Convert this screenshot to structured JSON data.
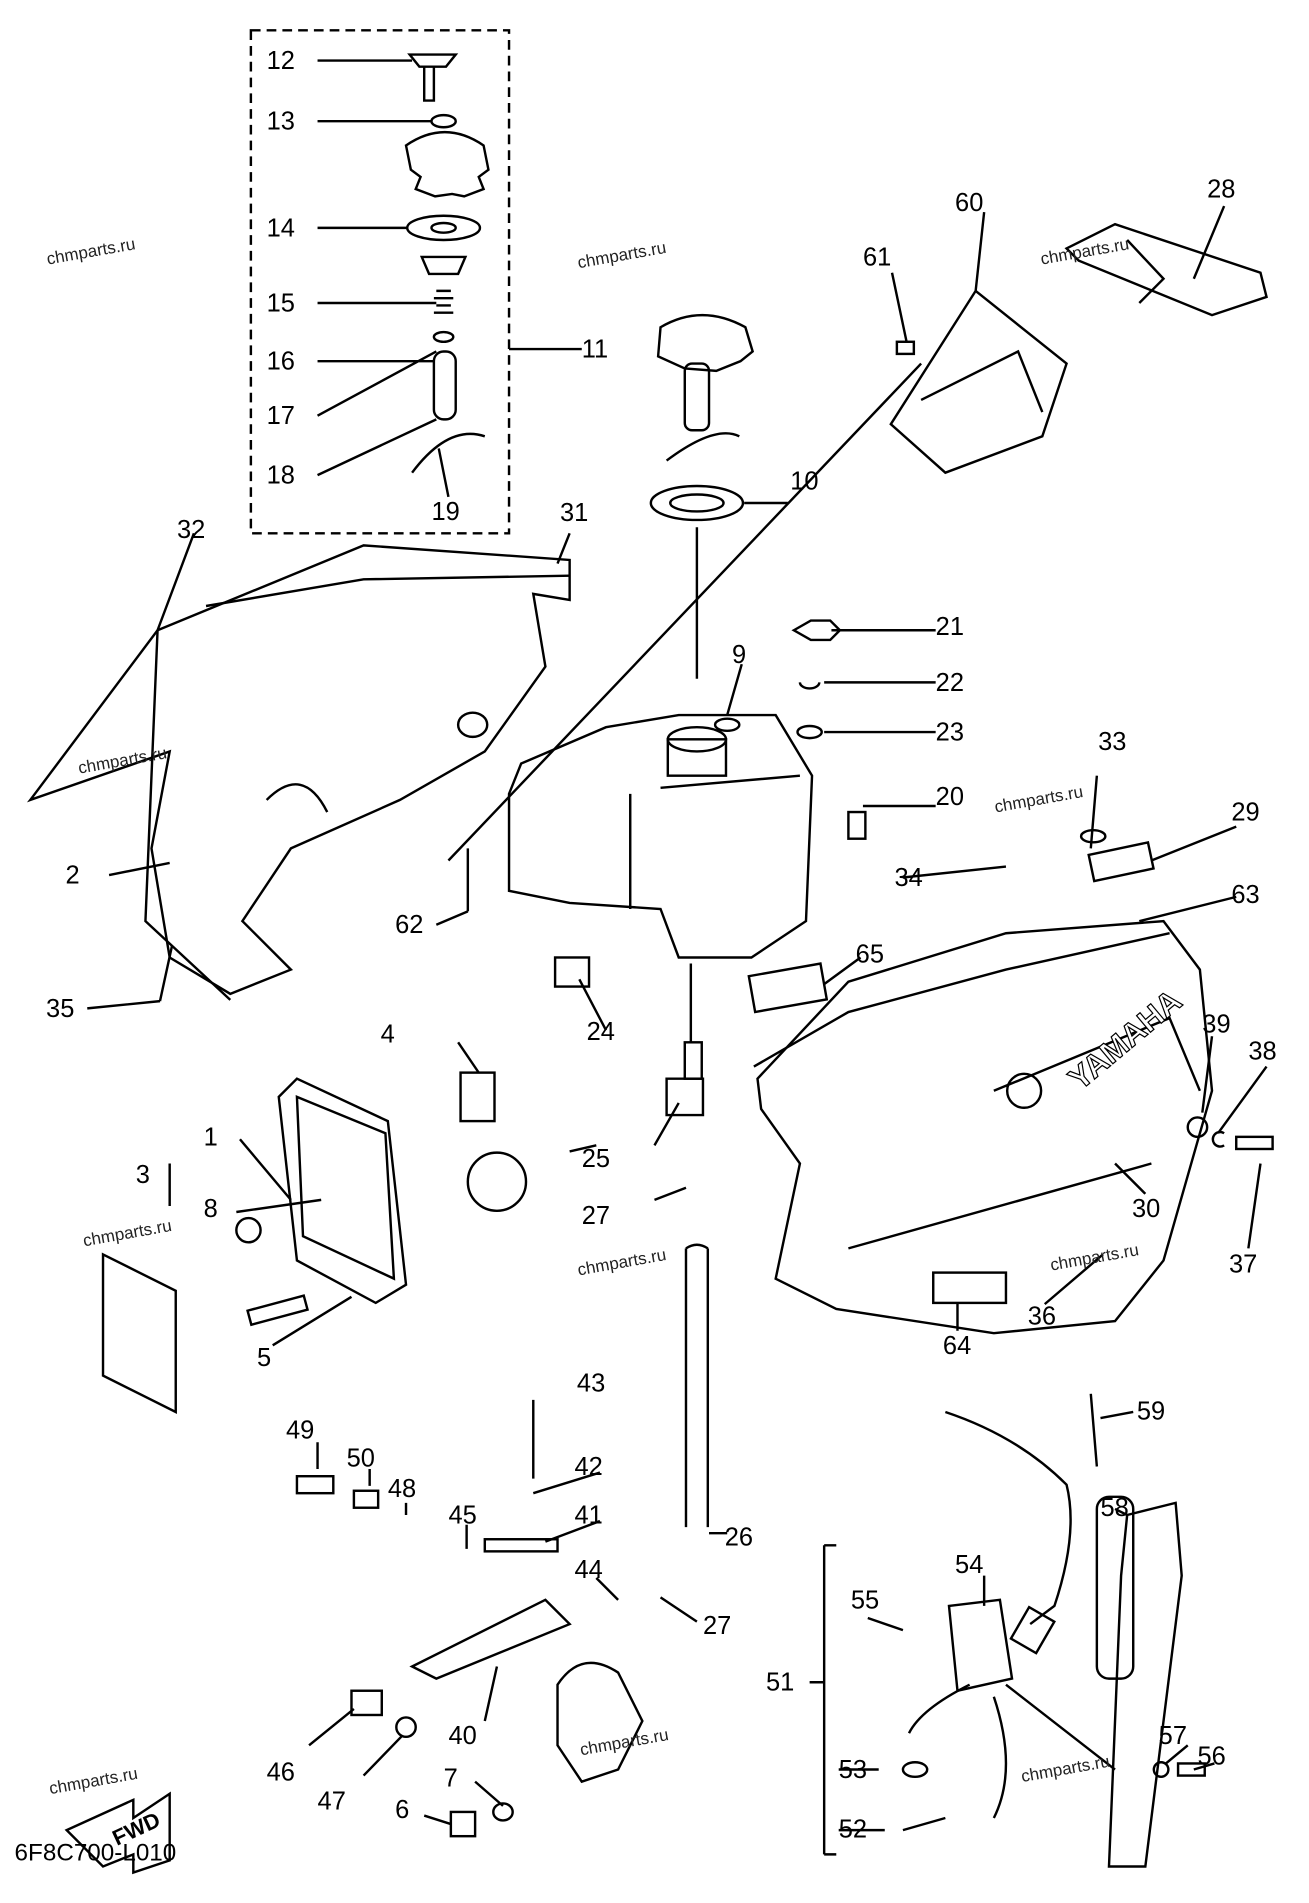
{
  "diagram_code": "6F8C700-L010",
  "fwd_label": "FWD",
  "brand_text": "YAMAHA",
  "watermark": "chmparts.ru",
  "part_labels": [
    "12",
    "13",
    "14",
    "15",
    "16",
    "17",
    "18",
    "19",
    "11",
    "10",
    "32",
    "31",
    "9",
    "21",
    "22",
    "23",
    "20",
    "60",
    "61",
    "28",
    "33",
    "29",
    "63",
    "34",
    "65",
    "2",
    "62",
    "24",
    "35",
    "4",
    "1",
    "3",
    "8",
    "5",
    "25",
    "27",
    "39",
    "38",
    "30",
    "37",
    "36",
    "64",
    "59",
    "43",
    "49",
    "50",
    "42",
    "48",
    "41",
    "45",
    "26",
    "44",
    "58",
    "54",
    "55",
    "27",
    "51",
    "40",
    "46",
    "47",
    "7",
    "6",
    "53",
    "57",
    "56",
    "52"
  ]
}
